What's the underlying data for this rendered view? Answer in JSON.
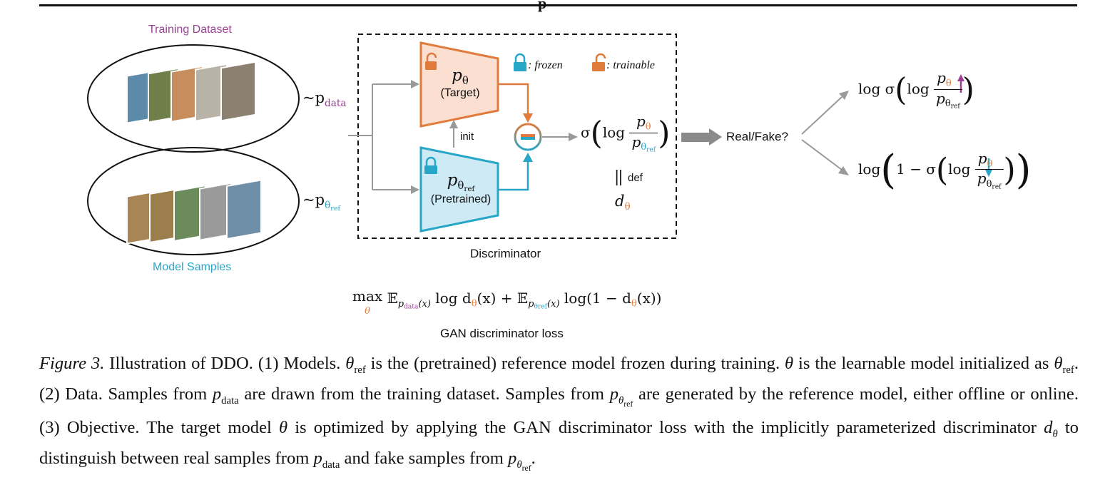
{
  "header": {
    "fragment": "p"
  },
  "figure": {
    "training_dataset_label": "Training Dataset",
    "model_samples_label": "Model Samples",
    "p_data_label": "~p",
    "p_data_sub": "data",
    "p_ref_label": "~p",
    "p_ref_sub": "θ",
    "p_ref_subsub": "ref",
    "target_model": {
      "symbol": "p",
      "sub": "θ",
      "label": "(Target)"
    },
    "pretrained_model": {
      "symbol": "p",
      "sub": "θ",
      "subsub": "ref",
      "label": "(Pretrained)"
    },
    "init_label": "init",
    "legend": {
      "frozen": ": frozen",
      "trainable": ": trainable"
    },
    "sigma_expr": {
      "sigma": "σ",
      "log": "log",
      "num": "p",
      "num_sub": "θ",
      "den": "p",
      "den_sub": "θ",
      "den_subsub": "ref"
    },
    "def_label": "def",
    "d_theta": {
      "symbol": "d",
      "sub": "θ"
    },
    "discriminator_label": "Discriminator",
    "real_fake_label": "Real/Fake?",
    "upper_branch": {
      "prefix": "log σ",
      "log": "log",
      "num": "p",
      "num_sub": "θ",
      "den": "p",
      "den_sub": "θ",
      "den_subsub": "ref"
    },
    "lower_branch": {
      "prefix": "log",
      "one_minus": "1 − σ",
      "log": "log",
      "num": "p",
      "num_sub": "θ",
      "den": "p",
      "den_sub": "θ",
      "den_subsub": "ref"
    },
    "objective": {
      "max": "max",
      "max_sub": "θ",
      "e1": "𝔼",
      "e1_sub": "p",
      "e1_subsub": "data",
      "e1_arg": "(x)",
      "term1": "log d",
      "term1_sub": "θ",
      "term1_arg": "(x) + ",
      "e2": "𝔼",
      "e2_sub": "p",
      "e2_subsub": "θ",
      "e2_subsubsub": "ref",
      "e2_arg": "(x)",
      "term2": " log(1 − d",
      "term2_sub": "θ",
      "term2_arg": "(x))"
    },
    "loss_label": "GAN discriminator loss"
  },
  "caption": {
    "fig_label": "Figure 3.",
    "text_1": " Illustration of DDO. (1) Models. ",
    "theta_ref_1": "θ",
    "ref_1": "ref",
    "text_2": " is the (pretrained) reference model frozen during training. ",
    "theta_1": "θ",
    "text_3": " is the learnable model initialized as ",
    "theta_ref_2": "θ",
    "ref_2": "ref",
    "text_4": ". (2) Data. Samples from ",
    "p_data_1": "p",
    "data_1": "data",
    "text_5": " are drawn from the training dataset. Samples from ",
    "p_ref_1": "p",
    "p_ref_1_sub": "θ",
    "p_ref_1_subsub": "ref",
    "text_6": " are generated by the reference model, either offline or online. (3) Objective. The target model ",
    "theta_2": "θ",
    "text_7": " is optimized by applying the GAN discriminator loss with the implicitly parameterized discriminator ",
    "d_theta": "d",
    "d_theta_sub": "θ",
    "text_8": " to distinguish between real samples from ",
    "p_data_2": "p",
    "data_2": "data",
    "text_9": " and fake samples from ",
    "p_ref_2": "p",
    "p_ref_2_sub": "θ",
    "p_ref_2_subsub": "ref",
    "text_10": "."
  },
  "colors": {
    "orange": "#e07b3c",
    "orange_fill": "#fbe0d2",
    "cyan": "#27a6c7",
    "cyan_fill": "#cdeaf5",
    "purple": "#9b3f96",
    "gray_arrow": "#999999"
  }
}
